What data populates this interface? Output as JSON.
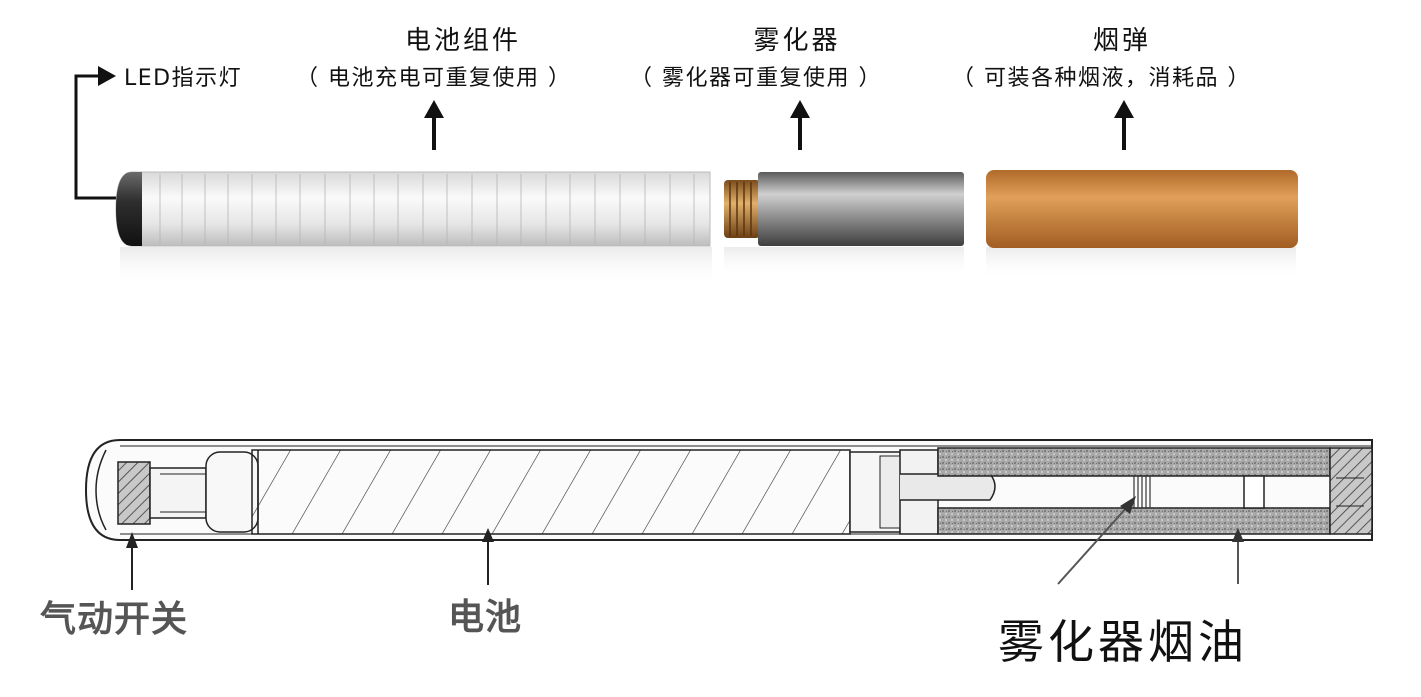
{
  "top": {
    "titles": {
      "battery": "电池组件",
      "atomizer": "雾化器",
      "cartridge": "烟弹"
    },
    "descriptions": {
      "led": "LED指示灯",
      "battery": "（ 电池充电可重复使用 ）",
      "atomizer": "（ 雾化器可重复使用 ）",
      "cartridge": "（ 可装各种烟液，消耗品 ）"
    }
  },
  "bottom": {
    "labels": {
      "airflow_switch": "气动开关",
      "battery": "电池",
      "atomizer_oil": "雾化器烟油"
    }
  },
  "colors": {
    "battery_body": "#ececec",
    "atomizer_metal": "#8f8f8f",
    "brass_thread": "#b07a3a",
    "cartridge": "#c9833c",
    "led_cap": "#3a3a3a",
    "diagram_line": "#222222"
  }
}
